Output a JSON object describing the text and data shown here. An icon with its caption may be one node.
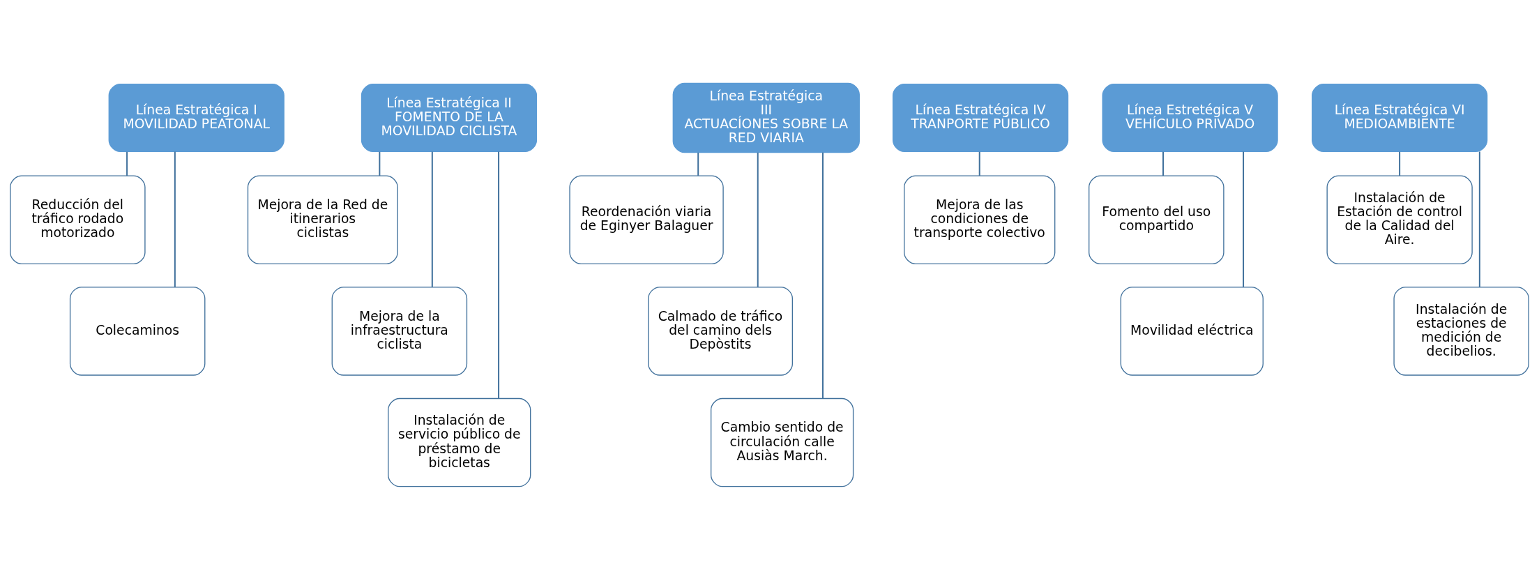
{
  "diagram": {
    "nodes": [
      {
        "text": [
          "Línea Estratégica I",
          "MOVILIDAD PEATONAL"
        ]
      },
      {
        "text": [
          "Reducción del tráfico rodado motorizado"
        ]
      },
      {
        "text": [
          "Colecaminos"
        ]
      },
      {
        "text": [
          "Línea Estratégica II",
          "FOMENTO DE LA MOVILIDAD CICLISTA"
        ]
      },
      {
        "text": [
          "Mejora de la Red de itinerarios ciclistas"
        ]
      },
      {
        "text": [
          "Mejora de la infraestructura ciclista"
        ]
      },
      {
        "text": [
          "Instalación de servicio público de préstamo de bicicletas"
        ]
      },
      {
        "text": [
          "Línea Estratégica III",
          "ACTUACÍONES SOBRE LA RED VIARIA"
        ]
      },
      {
        "text": [
          "Reordenación viaria de Eginyer Balaguer"
        ]
      },
      {
        "text": [
          "Calmado de tráfico del camino dels Depòstits"
        ]
      },
      {
        "text": [
          "Cambio sentido de circulación calle Ausiàs March."
        ]
      },
      {
        "text": [
          "Línea Estratégica IV",
          "TRANPORTE PÚBLICO"
        ]
      },
      {
        "text": [
          "Mejora de las condiciones de transporte colectivo"
        ]
      },
      {
        "text": [
          "Línea Estretégica V",
          "VEHÍCULO PRIVADO"
        ]
      },
      {
        "text": [
          "Fomento del uso compartido"
        ]
      },
      {
        "text": [
          "Movilidad eléctrica"
        ]
      },
      {
        "text": [
          "Línea Estratégica VI",
          "MEDIOAMBIENTE"
        ]
      },
      {
        "text": [
          "Instalación de Estación de control de la Calidad del Aire."
        ]
      },
      {
        "text": [
          "Instalación de estaciones de medición de decibelios."
        ]
      }
    ],
    "edges": [
      {
        "from": 0,
        "to": 1,
        "arrow": "none"
      },
      {
        "from": 0,
        "to": 2,
        "arrow": "none"
      },
      {
        "from": 3,
        "to": 4,
        "arrow": "none"
      },
      {
        "from": 3,
        "to": 5,
        "arrow": "none"
      },
      {
        "from": 3,
        "to": 6,
        "arrow": "none"
      },
      {
        "from": 7,
        "to": 8,
        "arrow": "none"
      },
      {
        "from": 7,
        "to": 9,
        "arrow": "none"
      },
      {
        "from": 7,
        "to": 10,
        "arrow": "none"
      },
      {
        "from": 11,
        "to": 12,
        "arrow": "none"
      },
      {
        "from": 13,
        "to": 14,
        "arrow": "none"
      },
      {
        "from": 13,
        "to": 15,
        "arrow": "none"
      },
      {
        "from": 16,
        "to": 17,
        "arrow": "none"
      },
      {
        "from": 16,
        "to": 18,
        "arrow": "none"
      }
    ]
  }
}
